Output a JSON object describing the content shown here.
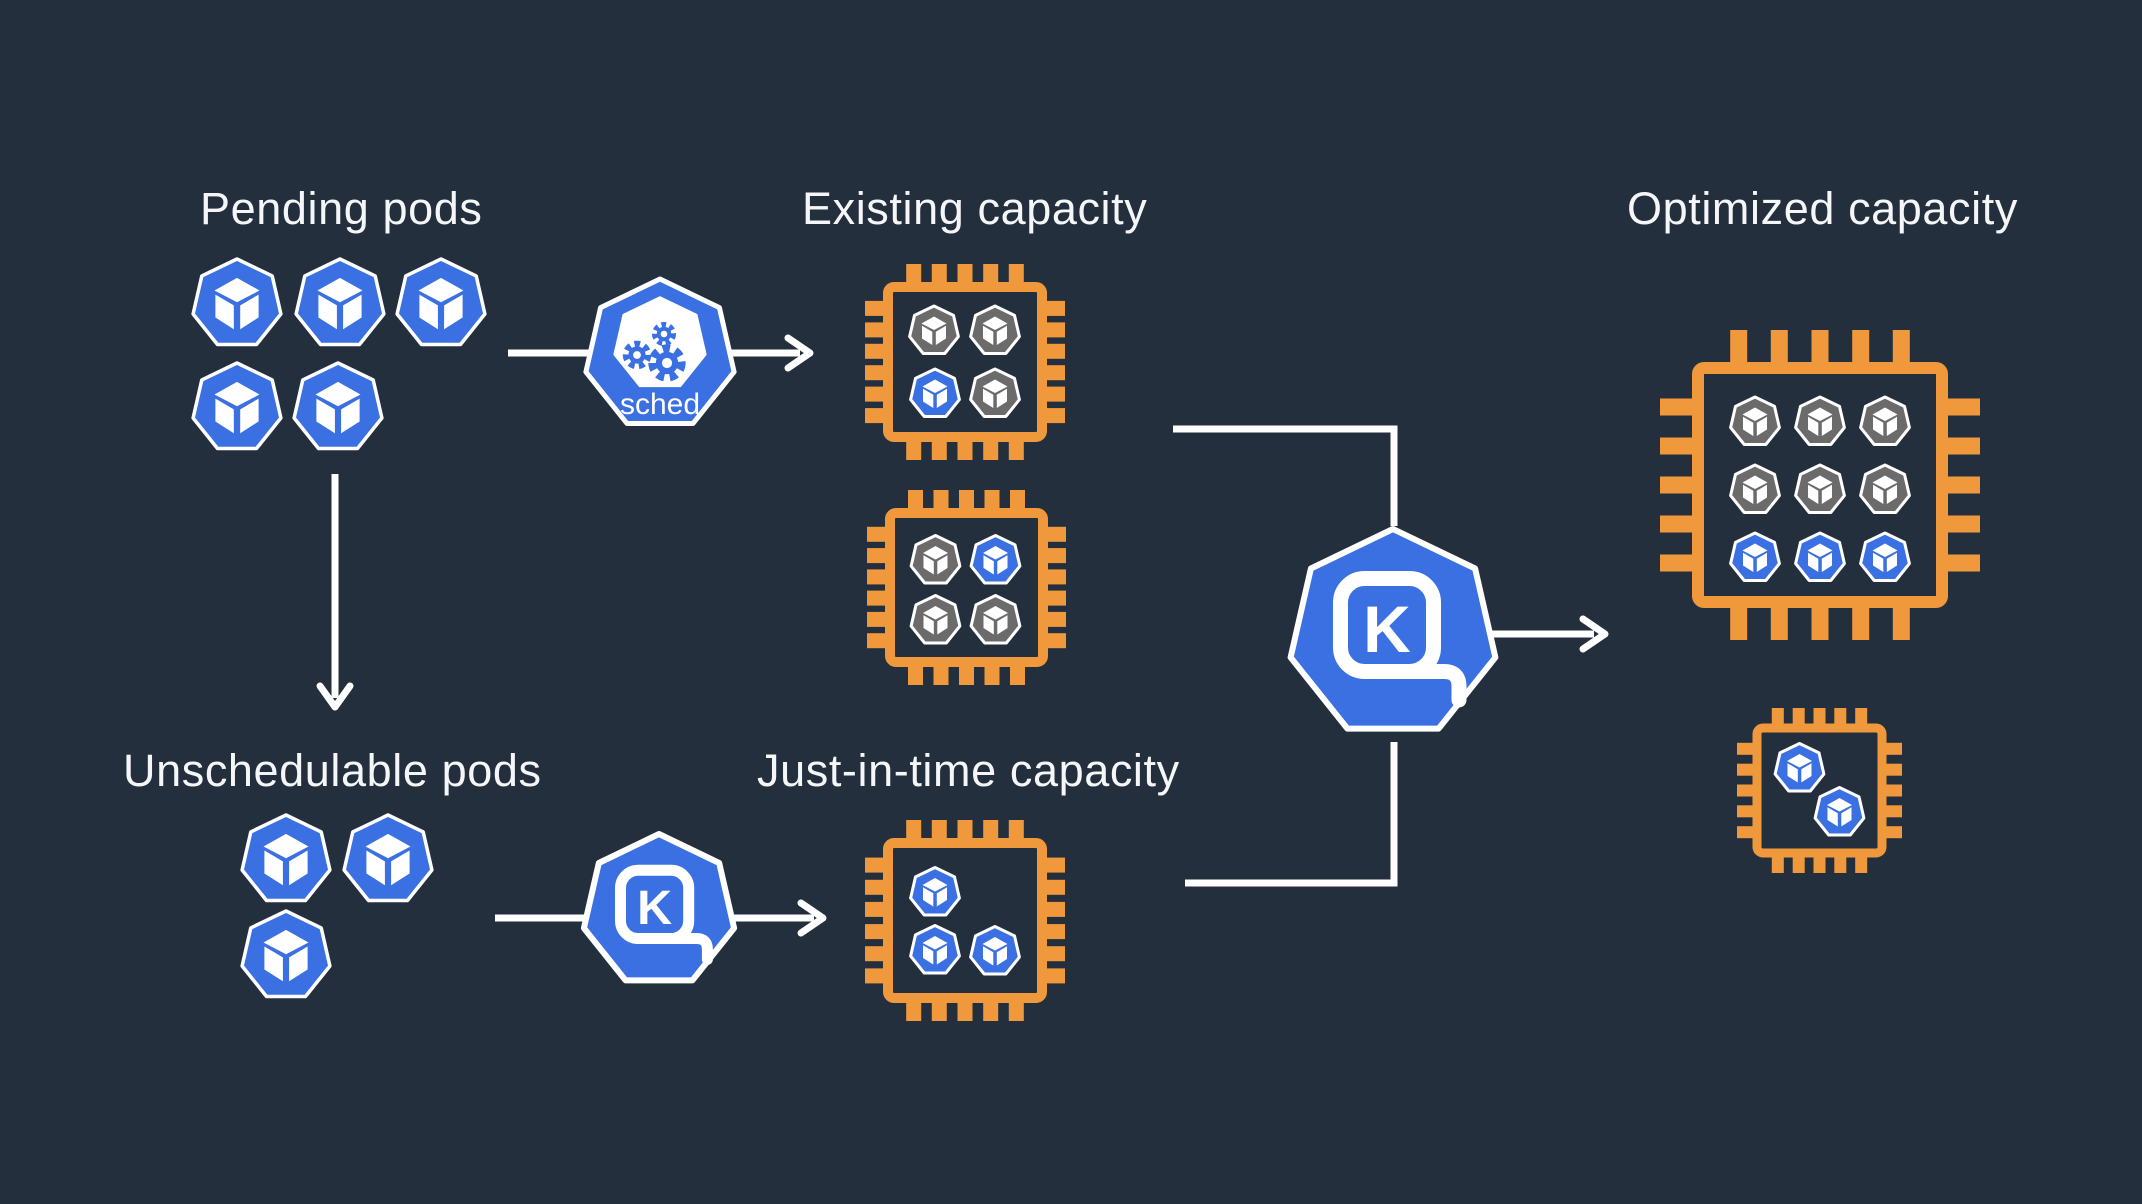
{
  "labels": {
    "pending_pods": "Pending pods",
    "existing_capacity": "Existing capacity",
    "optimized_capacity": "Optimized capacity",
    "unschedulable_pods": "Unschedulable pods",
    "just_in_time_capacity": "Just-in-time capacity"
  },
  "icons": {
    "scheduler": {
      "label": "sched"
    },
    "karpenter": {
      "letter": "K"
    }
  },
  "colors": {
    "background": "#242F3E",
    "chip_orange": "#F0993C",
    "pod_blue": "#3A70E2",
    "pod_gray": "#6B6B6B",
    "line": "#FFFFFF",
    "text": "#F5F6F7"
  },
  "pod_groups": {
    "pending": {
      "count": 5,
      "color": "blue"
    },
    "unschedulable": {
      "count": 3,
      "color": "blue"
    }
  },
  "chips": {
    "existing_1": {
      "pods": [
        "gray",
        "gray",
        "blue",
        "gray"
      ]
    },
    "existing_2": {
      "pods": [
        "gray",
        "blue",
        "gray",
        "gray"
      ]
    },
    "just_in_time": {
      "pods": [
        "blue",
        "blue",
        "blue"
      ]
    },
    "optimized_large": {
      "pods": [
        "gray",
        "gray",
        "gray",
        "gray",
        "gray",
        "gray",
        "blue",
        "blue",
        "blue"
      ]
    },
    "optimized_small": {
      "pods": [
        "blue",
        "blue"
      ]
    }
  }
}
